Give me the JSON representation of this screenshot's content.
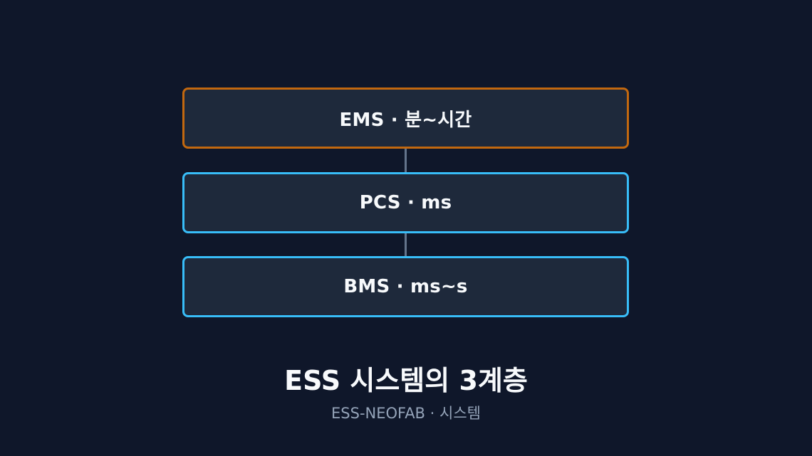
{
  "diagram": {
    "layers": [
      {
        "label": "EMS · 분~시간",
        "border_color": "#c2680f"
      },
      {
        "label": "PCS · ms",
        "border_color": "#38bdf8"
      },
      {
        "label": "BMS · ms~s",
        "border_color": "#38bdf8"
      }
    ]
  },
  "caption": {
    "title": "ESS 시스템의 3계층",
    "subtitle": "ESS-NEOFAB · 시스템"
  },
  "colors": {
    "background": "#0f172a",
    "box_fill": "#1e293b",
    "connector": "#64748b",
    "title_text": "#f8fafc",
    "subtitle_text": "#94a3b8"
  }
}
